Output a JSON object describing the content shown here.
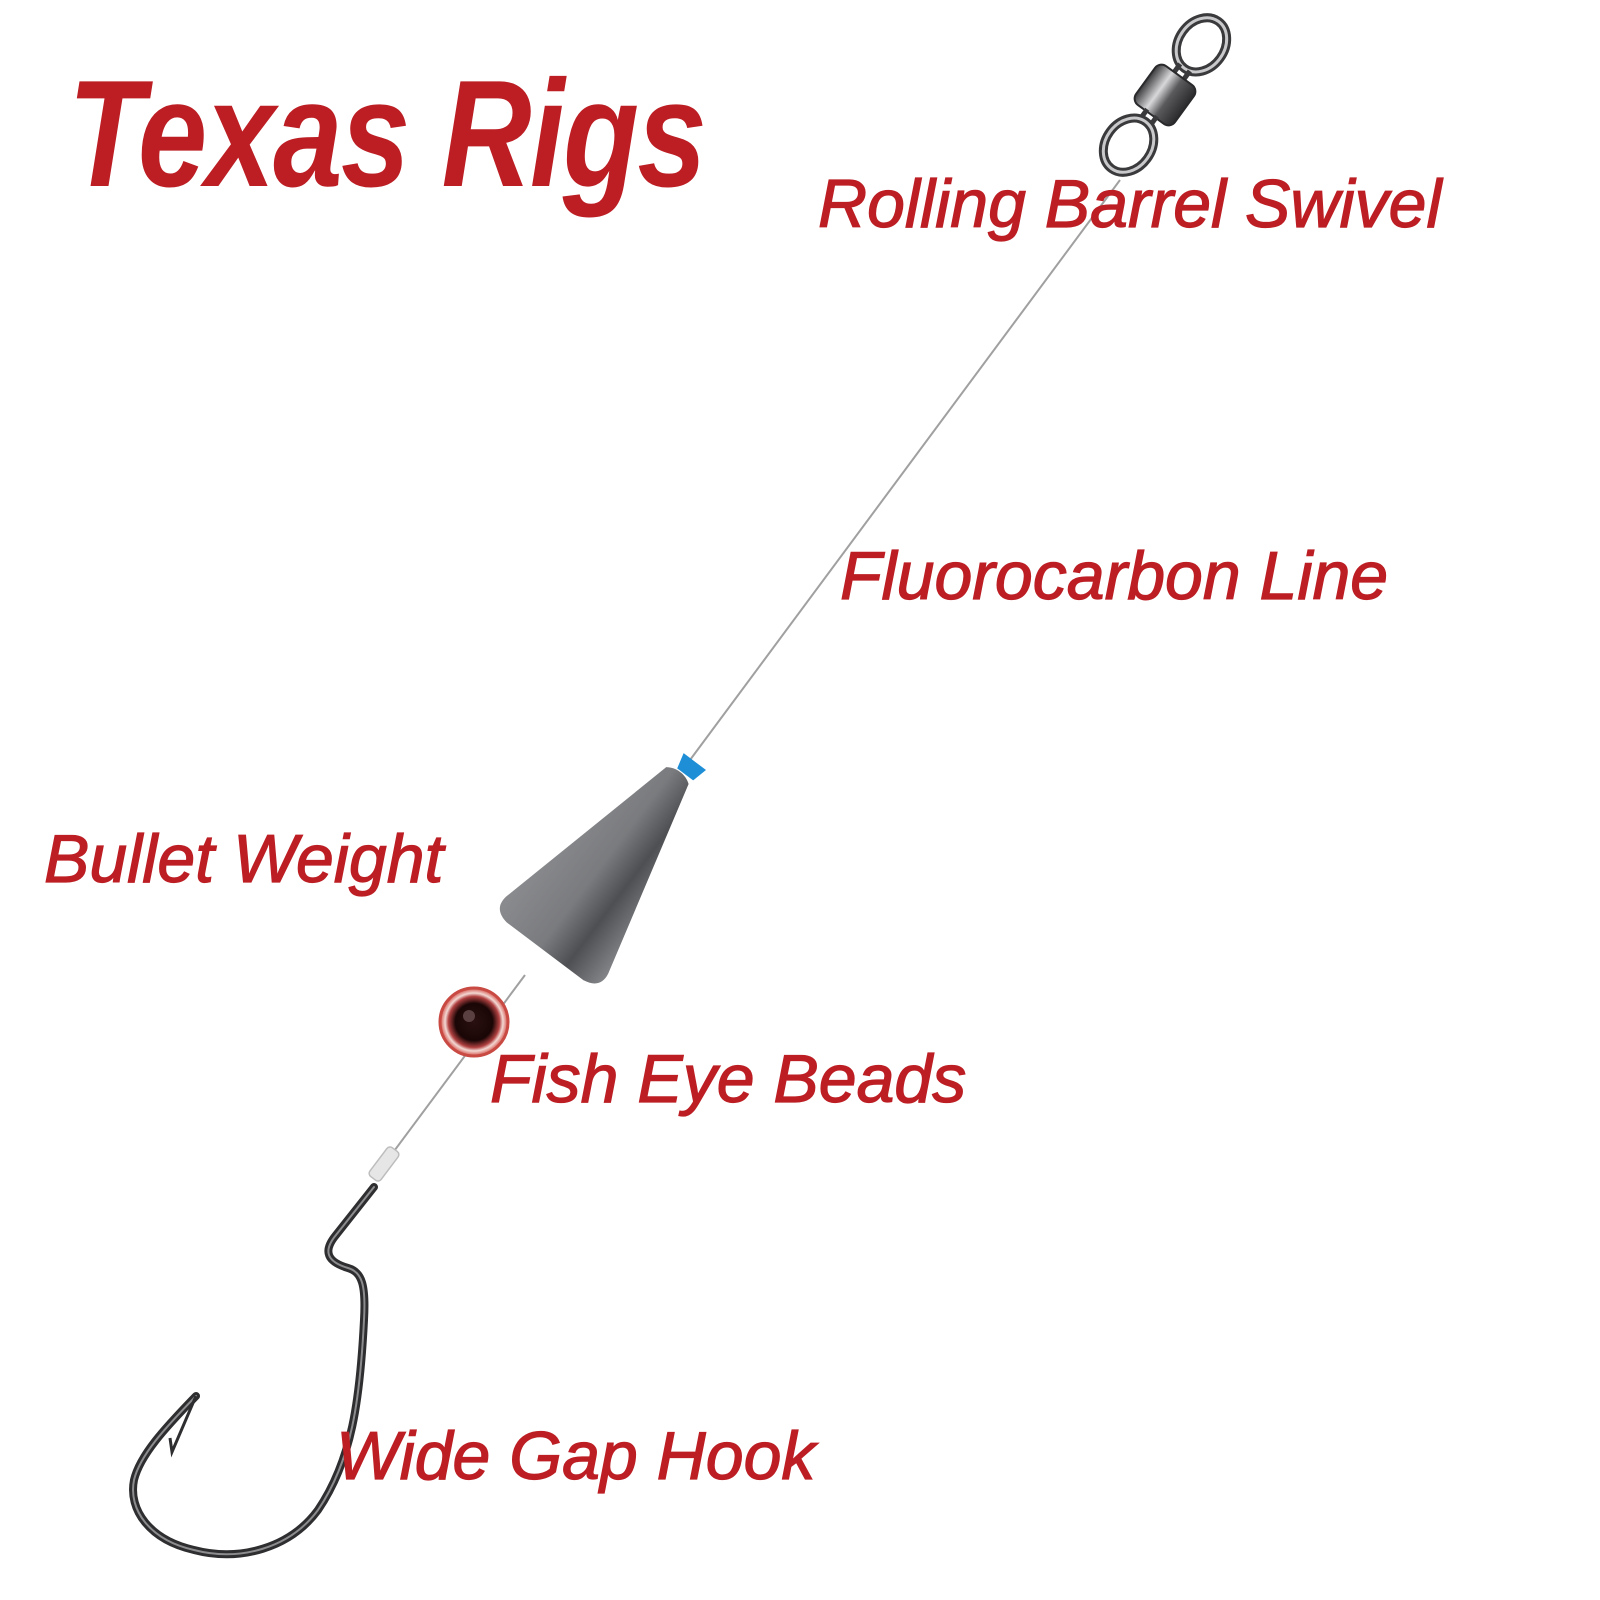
{
  "title": "Texas Rigs",
  "colors": {
    "text_red": "#bc1e24",
    "metal_dark": "#2e2e30",
    "lead_gray": "#6e6f72",
    "stopper_blue": "#1e8fd6",
    "bead_red": "#c9453f",
    "line": "#9a9a9a",
    "background": "#ffffff"
  },
  "components": [
    {
      "id": "swivel",
      "label": "Rolling Barrel Swivel",
      "icon": "swivel-icon"
    },
    {
      "id": "line",
      "label": "Fluorocarbon Line",
      "icon": "fishing-line"
    },
    {
      "id": "weight",
      "label": "Bullet Weight",
      "icon": "bullet-weight-icon"
    },
    {
      "id": "bead",
      "label": "Fish Eye Beads",
      "icon": "fish-eye-bead-icon"
    },
    {
      "id": "hook",
      "label": "Wide Gap Hook",
      "icon": "hook-icon"
    }
  ]
}
